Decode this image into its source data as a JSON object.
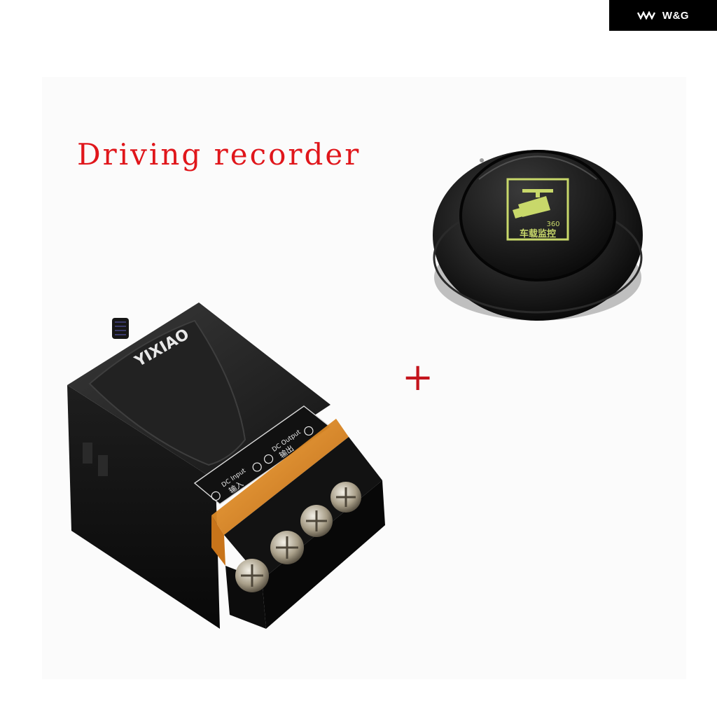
{
  "brand": {
    "logo_text": "W&G"
  },
  "caption": {
    "title": "Driving recorder",
    "plus_sign": "+"
  },
  "remote_button": {
    "badge_number": "360",
    "badge_text": "车载监控"
  },
  "receiver": {
    "logo_text": "YIXIAO",
    "terminal_label_input": "DC Input",
    "terminal_label_input_cn": "输入",
    "terminal_label_output": "DC Output",
    "terminal_label_output_cn": "输出"
  },
  "colors": {
    "title_red": "#e0161b",
    "button_badge_green": "#c8d86a",
    "terminal_cover_amber": "#e08a1a"
  }
}
